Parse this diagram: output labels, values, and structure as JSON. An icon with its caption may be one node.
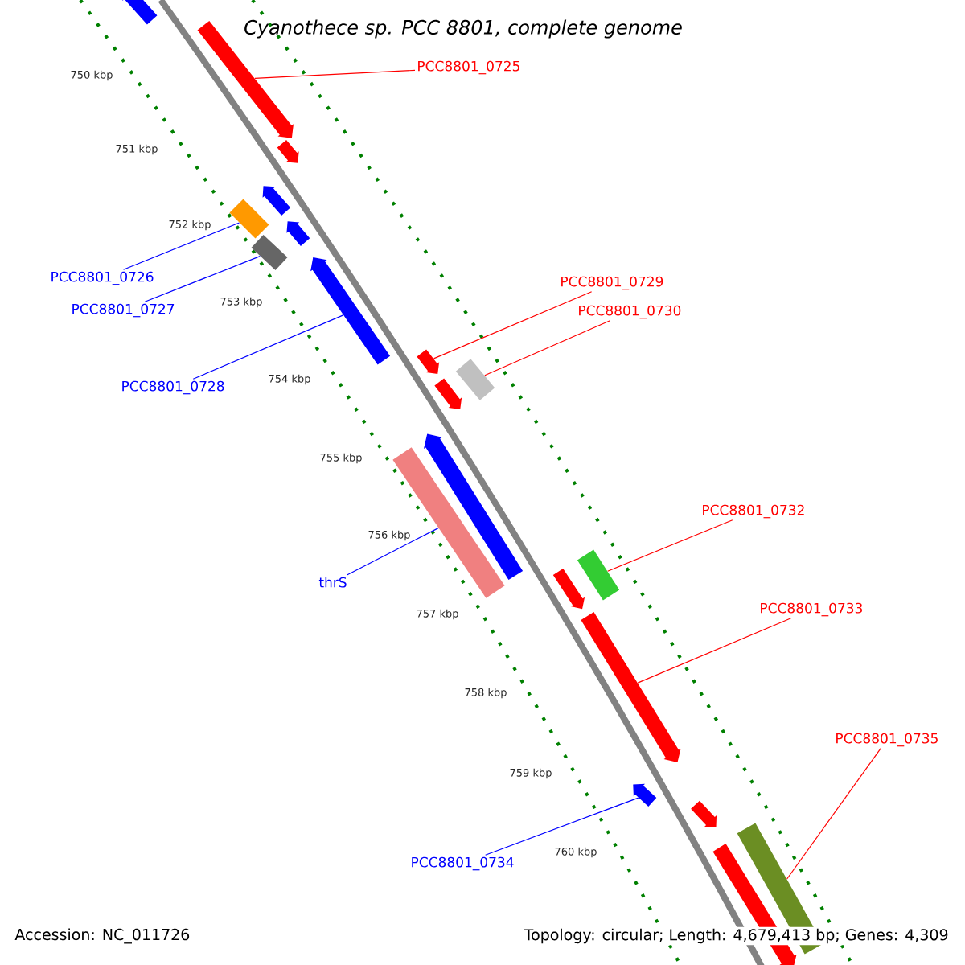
{
  "diagram": {
    "title": "*Cyanothece sp. PCC 8801, complete genome*",
    "nodes": [
      {
        "text": [],
        "shape": "arrow"
      },
      {
        "text": [],
        "shape": "arrow"
      },
      {
        "text": [],
        "shape": "arrow"
      },
      {
        "text": [],
        "shape": "arrow"
      },
      {
        "text": [],
        "shape": "box"
      },
      {
        "text": [],
        "shape": "arrow"
      },
      {
        "text": [],
        "shape": "box"
      },
      {
        "text": [],
        "shape": "arrow"
      },
      {
        "text": [],
        "shape": "arrow"
      },
      {
        "text": [],
        "shape": "arrow"
      },
      {
        "text": [],
        "shape": "box"
      },
      {
        "text": [],
        "shape": "arrow"
      },
      {
        "text": [],
        "shape": "box"
      },
      {
        "text": [],
        "shape": "arrow"
      },
      {
        "text": [],
        "shape": "box"
      },
      {
        "text": [],
        "shape": "arrow"
      },
      {
        "text": [],
        "shape": "arrow"
      },
      {
        "text": [],
        "shape": "arrow"
      },
      {
        "text": [],
        "shape": "arrow"
      },
      {
        "text": [],
        "shape": "box"
      },
      {
        "text": [
          "PCC8801_0725"
        ]
      },
      {
        "text": [
          "PCC8801_0726"
        ]
      },
      {
        "text": [
          "PCC8801_0729"
        ]
      },
      {
        "text": [
          "PCC8801_0727"
        ]
      },
      {
        "text": [
          "PCC8801_0730"
        ]
      },
      {
        "text": [
          "PCC8801_0728"
        ]
      },
      {
        "text": [
          "PCC8801_0732"
        ]
      },
      {
        "text": [
          "thrS"
        ]
      },
      {
        "text": [
          "PCC8801_0733"
        ]
      },
      {
        "text": [
          "PCC8801_0735"
        ]
      },
      {
        "text": [
          "PCC8801_0734"
        ]
      }
    ],
    "edges": [
      {
        "from": 20,
        "to": 1,
        "arrow": "none",
        "color": "#ff0000"
      },
      {
        "from": 21,
        "to": 4,
        "arrow": "none",
        "color": "#0000ff"
      },
      {
        "from": 22,
        "to": 8,
        "arrow": "none",
        "color": "#ff0000"
      },
      {
        "from": 23,
        "to": 6,
        "arrow": "none",
        "color": "#0000ff"
      },
      {
        "from": 24,
        "to": 10,
        "arrow": "none",
        "color": "#ff0000"
      },
      {
        "from": 25,
        "to": 7,
        "arrow": "none",
        "color": "#0000ff"
      },
      {
        "from": 26,
        "to": 14,
        "arrow": "none",
        "color": "#ff0000"
      },
      {
        "from": 27,
        "to": 12,
        "arrow": "none",
        "color": "#0000ff"
      },
      {
        "from": 28,
        "to": 15,
        "arrow": "none",
        "color": "#ff0000"
      },
      {
        "from": 29,
        "to": 19,
        "arrow": "none",
        "color": "#ff0000"
      },
      {
        "from": 30,
        "to": 16,
        "arrow": "none",
        "color": "#0000ff"
      }
    ],
    "labels": [
      "750 kbp",
      "751 kbp",
      "752 kbp",
      "753 kbp",
      "754 kbp",
      "755 kbp",
      "756 kbp",
      "757 kbp",
      "758 kbp",
      "759 kbp",
      "760 kbp",
      "Accession: NC_011726",
      "Topology: circular; Length: 4,679,413 bp; Genes: 4,309"
    ]
  }
}
